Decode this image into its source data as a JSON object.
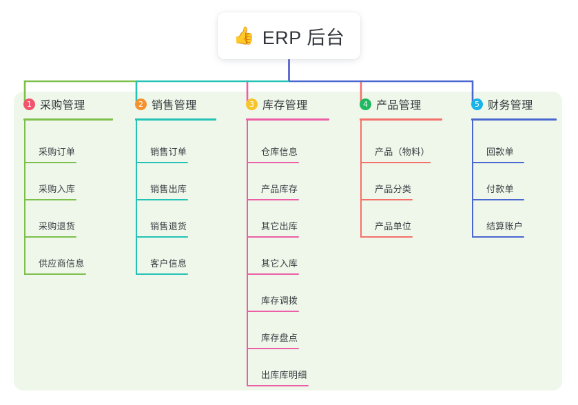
{
  "root": {
    "icon": "thumbs-up-icon",
    "emoji": "👍",
    "title": "ERP 后台"
  },
  "theme": {
    "page_background": "#ffffff",
    "panel_background": "#eef7e9",
    "card_background": "#ffffff",
    "text": "#31353b",
    "stem": "#4a54c9"
  },
  "columns": [
    {
      "number": "1",
      "title": "采购管理",
      "badge_color": "#f2536d",
      "line_color": "#7cbf4b",
      "rule_width": 130,
      "items": [
        {
          "label": "采购订单",
          "rule_width": 76
        },
        {
          "label": "采购入库",
          "rule_width": 76
        },
        {
          "label": "采购退货",
          "rule_width": 76
        },
        {
          "label": "供应商信息",
          "rule_width": 90
        }
      ]
    },
    {
      "number": "2",
      "title": "销售管理",
      "badge_color": "#f5922f",
      "line_color": "#23c2b5",
      "rule_width": 118,
      "items": [
        {
          "label": "销售订单",
          "rule_width": 76
        },
        {
          "label": "销售出库",
          "rule_width": 76
        },
        {
          "label": "销售退货",
          "rule_width": 76
        },
        {
          "label": "客户信息",
          "rule_width": 76
        }
      ]
    },
    {
      "number": "3",
      "title": "库存管理",
      "badge_color": "#f7c52b",
      "line_color": "#ec5fa6",
      "rule_width": 121,
      "items": [
        {
          "label": "仓库信息",
          "rule_width": 76
        },
        {
          "label": "产品库存",
          "rule_width": 76
        },
        {
          "label": "其它出库",
          "rule_width": 76
        },
        {
          "label": "其它入库",
          "rule_width": 76
        },
        {
          "label": "库存调拨",
          "rule_width": 76
        },
        {
          "label": "库存盘点",
          "rule_width": 76
        },
        {
          "label": "出库库明细",
          "rule_width": 90
        }
      ]
    },
    {
      "number": "4",
      "title": "产品管理",
      "badge_color": "#20b860",
      "line_color": "#f4706b",
      "rule_width": 120,
      "items": [
        {
          "label": "产品（物料）",
          "rule_width": 102
        },
        {
          "label": "产品分类",
          "rule_width": 76
        },
        {
          "label": "产品单位",
          "rule_width": 76
        }
      ]
    },
    {
      "number": "5",
      "title": "财务管理",
      "badge_color": "#18b3ea",
      "line_color": "#4a67cf",
      "rule_width": 124,
      "items": [
        {
          "label": "回款单",
          "rule_width": 76
        },
        {
          "label": "付款单",
          "rule_width": 76
        },
        {
          "label": "结算账户",
          "rule_width": 76
        }
      ]
    }
  ]
}
